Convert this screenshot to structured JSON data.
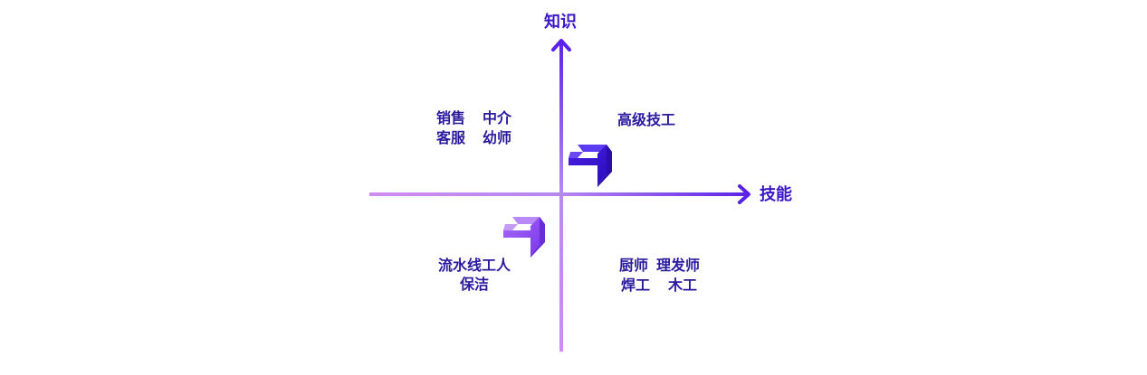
{
  "axes": {
    "y_label": "知识",
    "x_label": "技能"
  },
  "quadrants": {
    "top_left": {
      "row1": [
        "销售",
        "中介"
      ],
      "row2": [
        "客服",
        "幼师"
      ]
    },
    "top_right": {
      "row1": [
        "高级技工"
      ]
    },
    "bottom_left": {
      "row1": [
        "流水线工人"
      ],
      "row2": [
        "保洁"
      ]
    },
    "bottom_right": {
      "row1": [
        "厨师",
        "理发师"
      ],
      "row2": [
        "焊工",
        "木工"
      ]
    }
  },
  "colors": {
    "axis_light": "#c98aef",
    "axis_dark": "#5a24e6",
    "label_text": "#2a1a9e",
    "chevron_dark": "#3a12d6",
    "chevron_light": "#9a5cf4"
  },
  "icons": {
    "upper_chevron": "up-right-chevron-icon",
    "lower_chevron": "up-right-chevron-icon"
  }
}
